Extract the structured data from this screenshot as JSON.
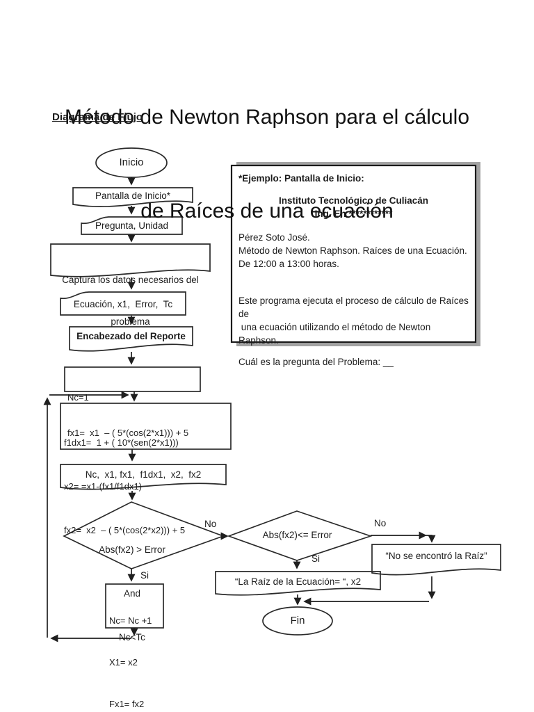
{
  "page": {
    "title_line1": "Método de Newton Raphson para el cálculo",
    "title_line2": "de Raíces de una ecuación",
    "section_heading": "Diagrama de Flujo"
  },
  "flowchart": {
    "nodes": {
      "inicio": "Inicio",
      "pantalla": "Pantalla de Inicio*",
      "pregunta": "Pregunta, Unidad",
      "captura": {
        "lines": [
          "Captura los datos necesarios del",
          "problema"
        ]
      },
      "ecuacion": "Ecuación, x1,  Error,  Tc",
      "encabezado": "Encabezado del Reporte",
      "init": {
        "lines": [
          "Nc=1",
          "fx1=  x1  – ( 5*(cos(2*x1))) + 5"
        ]
      },
      "calc": {
        "lines": [
          "f1dx1=  1 + ( 10*(sen(2*x1)))",
          "x2= =x1-(fx1/f1dx1)",
          "fx2=  x2  – ( 5*(cos(2*x2))) + 5"
        ]
      },
      "print_vars": "Nc,  x1, fx1,  f1dx1,  x2,  fx2",
      "decision1": {
        "lines": [
          "Abs(fx2) > Error",
          "And",
          "Nc<Tc"
        ]
      },
      "decision2": "Abs(fx2)<= Error",
      "raiz": "“La Raíz de la Ecuación= “, x2",
      "no_raiz": "“No se encontró la Raíz”",
      "update": {
        "lines": [
          "Nc= Nc +1",
          "X1= x2",
          "Fx1= fx2"
        ]
      },
      "fin": "Fin"
    },
    "labels": {
      "no_left": "No",
      "no_right": "No",
      "si_left": "Si",
      "si_right": "Si"
    }
  },
  "example_box": {
    "heading": "*Ejemplo: Pantalla de Inicio:",
    "center_l1": "Instituto Tecnológico de Culiacán",
    "center_l2": "Ing. En ************",
    "body_l1": "Pérez Soto José.",
    "body_l2": "Método de Newton Raphson. Raíces de una Ecuación.",
    "body_l3": "De 12:00 a 13:00 horas.",
    "body_l4": "Este programa ejecuta el proceso de cálculo de Raíces de",
    "body_l5": " una ecuación utilizando el método de Newton Raphson.",
    "body_l6": "Cuál es la pregunta del Problema: __"
  },
  "colors": {
    "ink": "#1f1f1f",
    "line": "#2a2a2a",
    "shadow": "#a3a3a3",
    "page_bg": "#ffffff"
  }
}
